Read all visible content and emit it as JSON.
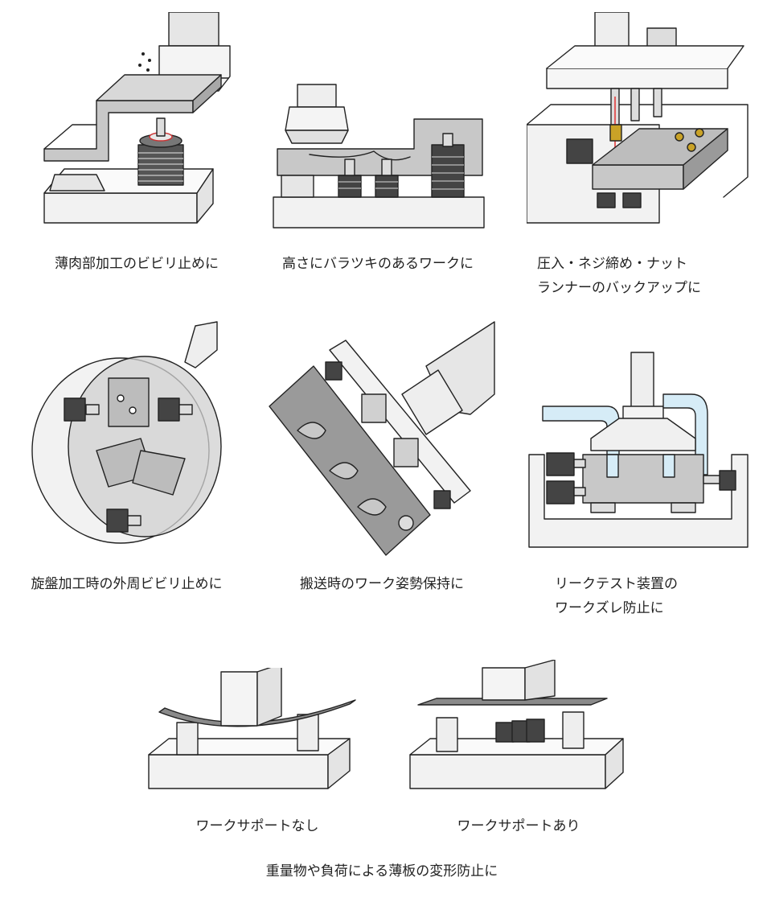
{
  "captions": {
    "c1": "薄肉部加工のビビリ止めに",
    "c2": "高さにバラツキのあるワークに",
    "c3_line1": "圧入・ネジ締め・ナット",
    "c3_line2": "ランナーのバックアップに",
    "c4": "旋盤加工時の外周ビビリ止めに",
    "c5": "搬送時のワーク姿勢保持に",
    "c6_line1": "リークテスト装置の",
    "c6_line2": "ワークズレ防止に",
    "c7a": "ワークサポートなし",
    "c7b": "ワークサポートあり",
    "c7": "重量物や負荷による薄板の変形防止に"
  },
  "colors": {
    "line": "#222222",
    "base_fill": "#f2f2f2",
    "part_fill": "#c8c8c8",
    "dark_fill": "#8a8a8a",
    "thread_fill": "#444444",
    "water": "#d6ecf7",
    "laser": "#e03030",
    "brass": "#c9a227"
  }
}
